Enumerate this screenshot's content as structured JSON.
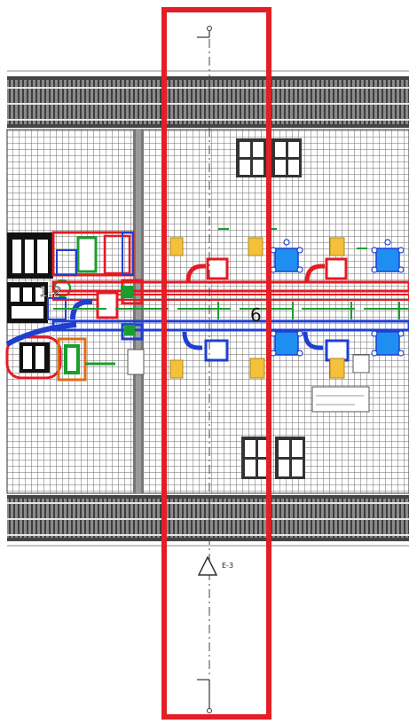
{
  "drawing": {
    "section_marker_label": "E-3",
    "grid_number": "6",
    "room_tag": "1.2"
  },
  "colors": {
    "highlight": "#e41e26",
    "supply": "#e31b23",
    "return": "#1f3fd0",
    "diffuser": "#1f8ef1",
    "equipment_tag": "#f3c13a",
    "green_line": "#1b9e2e",
    "linework": "#444444",
    "dark_band": "#555555"
  }
}
